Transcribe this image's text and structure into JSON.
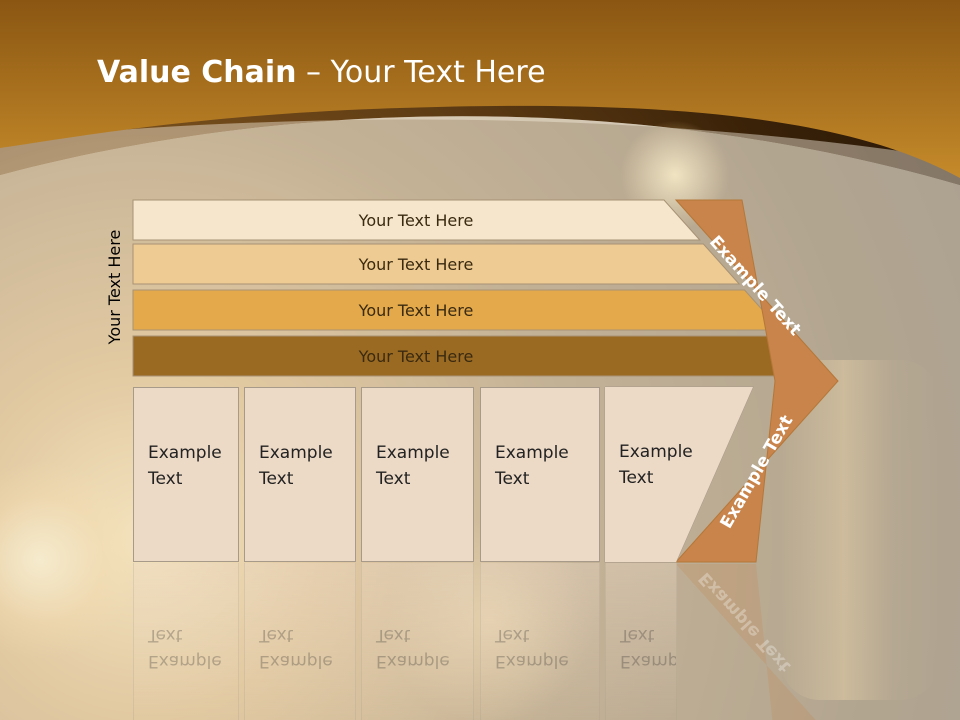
{
  "title": {
    "bold": "Value Chain",
    "rest": " – Your Text Here"
  },
  "side_label": "Your Text Here",
  "bars": [
    {
      "label": "Your Text Here",
      "color": "#f5e6cc"
    },
    {
      "label": "Your Text Here",
      "color": "#eecb93"
    },
    {
      "label": "Your Text Here",
      "color": "#e3a94b"
    },
    {
      "label": "Your Text Here",
      "color": "#9b6a22"
    }
  ],
  "chevron": {
    "top_text": "Example Text",
    "bottom_text": "Example Text",
    "color": "#c8844b"
  },
  "columns": [
    {
      "text": "Example\nText"
    },
    {
      "text": "Example\nText"
    },
    {
      "text": "Example\nText"
    },
    {
      "text": "Example\nText"
    },
    {
      "text": "Example\nText"
    }
  ],
  "colors": {
    "header": "#9b6518",
    "panel": "#ebe0d0",
    "column_fill": "#ecd9c6"
  }
}
